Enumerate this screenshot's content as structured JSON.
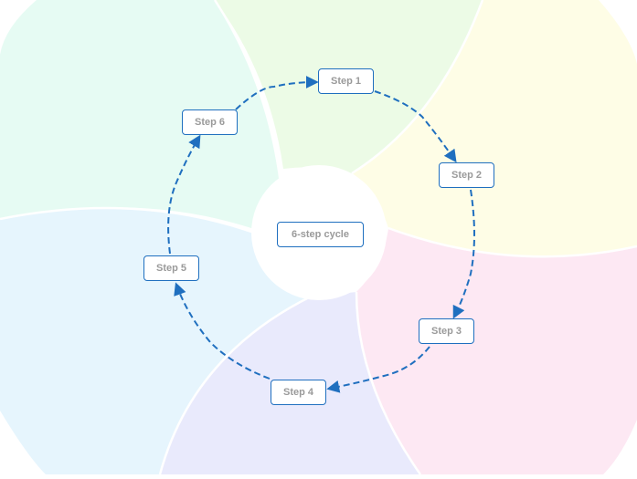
{
  "diagram": {
    "center_label": "6-step cycle",
    "steps": [
      "Step 1",
      "Step 2",
      "Step 3",
      "Step 4",
      "Step 5",
      "Step 6"
    ],
    "colors": {
      "sector_1": "#ecfbe6",
      "sector_2": "#fefde6",
      "sector_3": "#fde8f3",
      "sector_4": "#e9eafc",
      "sector_5": "#e6f5fd",
      "sector_6": "#e6fbf3",
      "arrow": "#1f6fbf",
      "node_border": "#1f6fbf",
      "node_text": "#9a9a9a"
    }
  }
}
